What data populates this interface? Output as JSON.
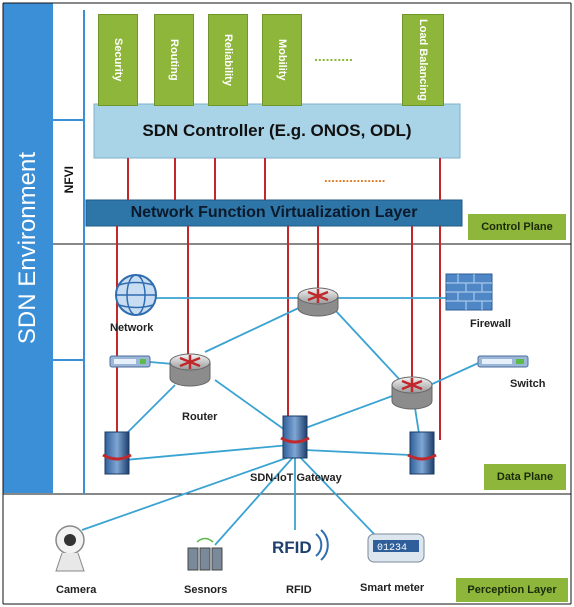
{
  "side_title": "SDN Environment",
  "nfvi_label": "NFVI",
  "applications": [
    "Security",
    "Routing",
    "Reliability",
    "Mobility",
    "Load Balancing"
  ],
  "app_ellipsis": "..........",
  "controller_label": "SDN Controller (E.g. ONOS, ODL)",
  "controller_ellipsis": ".................",
  "nfv_layer_label": "Network Function Virtualization Layer",
  "planes": {
    "control": "Control Plane",
    "data": "Data Plane",
    "perception": "Perception Layer"
  },
  "data_plane_nodes": {
    "network": "Network",
    "firewall": "Firewall",
    "router": "Router",
    "switch": "Switch",
    "gateway": "SDN-IoT Gateway"
  },
  "devices": {
    "camera": "Camera",
    "sensors": "Sesnors",
    "rfid": "RFID",
    "rfid_logo": "RFID",
    "smart_meter": "Smart meter",
    "meter_reading": "01234"
  },
  "colors": {
    "frame_blue": "#3a8fd6",
    "app_green": "#8db63a",
    "controller_fill": "#a9d3e6",
    "nfv_fill": "#2e75a8",
    "red_link": "#c0282b",
    "cyan_link": "#3aa3d2"
  }
}
